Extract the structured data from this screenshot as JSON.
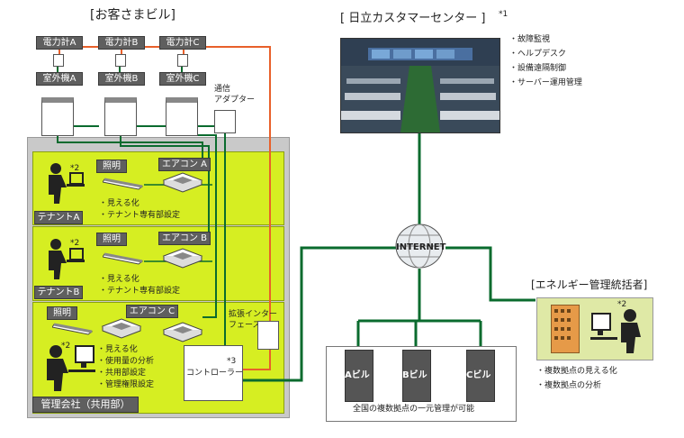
{
  "customer_building": {
    "title": "[お客さまビル]",
    "meters": [
      "電力計A",
      "電力計B",
      "電力計C"
    ],
    "outdoor_units": [
      "室外機A",
      "室外機B",
      "室外機C"
    ],
    "comm_adapter": "通信\nアダプター",
    "tenants": [
      {
        "name": "テナントA",
        "light": "照明",
        "aircon": "エアコン A",
        "note": "*2",
        "features": [
          "・見える化",
          "・テナント専有部設定"
        ]
      },
      {
        "name": "テナントB",
        "light": "照明",
        "aircon": "エアコン B",
        "note": "*2",
        "features": [
          "・見える化",
          "・テナント専有部設定"
        ]
      }
    ],
    "management": {
      "name": "管理会社（共用部）",
      "light": "照明",
      "aircon": "エアコン C",
      "note": "*2",
      "features": [
        "・見える化",
        "・使用量の分析",
        "・共用部設定",
        "・管理権限設定"
      ]
    },
    "ext_interface": "拡張インター\nフェース",
    "controller": "コントローラー",
    "controller_note": "*3"
  },
  "center": {
    "title": "[ 日立カスタマーセンター ]",
    "note": "*1",
    "services": [
      "・故障監視",
      "・ヘルプデスク",
      "・設備遠隔制御",
      "・サーバー運用管理"
    ]
  },
  "internet": {
    "label": "INTERNET"
  },
  "energy_manager": {
    "title": "[エネルギー管理統括者]",
    "note": "*2",
    "features": [
      "・複数拠点の見える化",
      "・複数拠点の分析"
    ]
  },
  "multi_site": {
    "buildings": [
      "Aビル",
      "Bビル",
      "Cビル"
    ],
    "caption": "全国の複数拠点の一元管理が可能"
  },
  "colors": {
    "green_line": "#0a6b2e",
    "orange_line": "#e8602a",
    "zone": "#d6ee22",
    "gray_bg": "#c9c9c9"
  }
}
